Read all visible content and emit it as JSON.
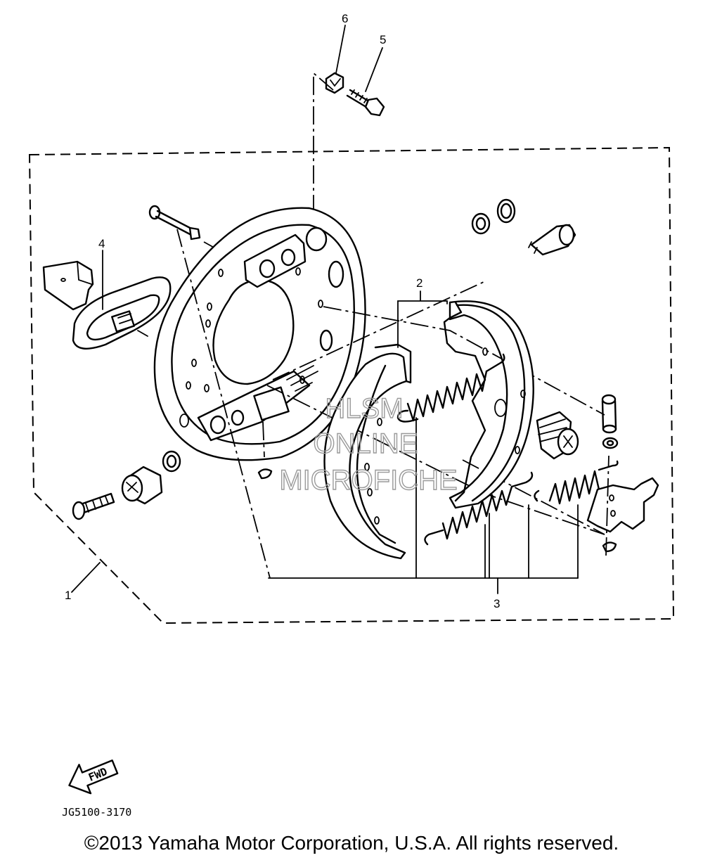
{
  "callouts": {
    "c1": "1",
    "c2": "2",
    "c3": "3",
    "c4": "4",
    "c5": "5",
    "c6": "6"
  },
  "direction_arrow": {
    "label": "FWD",
    "icon": "fwd-arrow-icon"
  },
  "drawing_code": "JG5100-3170",
  "watermark": {
    "line1": "HLSM",
    "line2": "ONLINE",
    "line3": "MICROFICHE"
  },
  "copyright": "©2013 Yamaha Motor Corporation, U.S.A. All rights reserved."
}
